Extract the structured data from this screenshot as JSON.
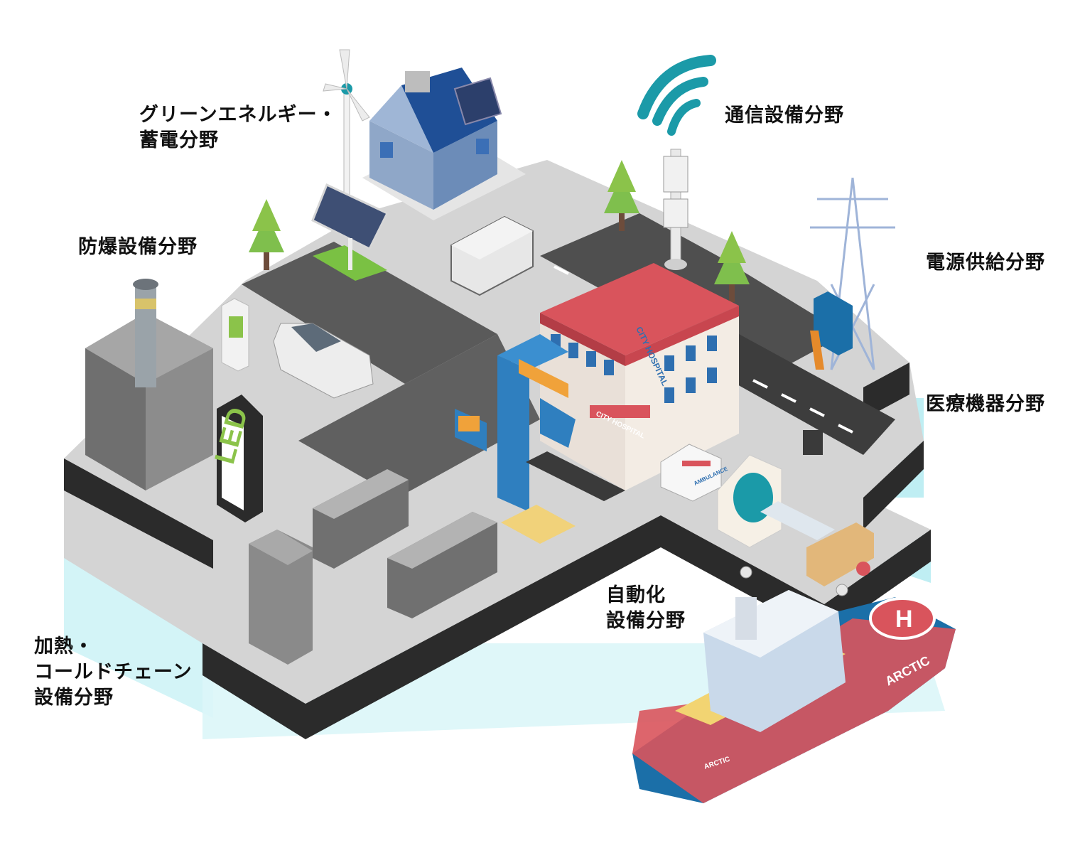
{
  "labels": {
    "green_energy": [
      "グリーンエネルギー・",
      "蓄電分野"
    ],
    "explosion_proof": [
      "防爆設備分野"
    ],
    "telecom": [
      "通信設備分野"
    ],
    "power_supply": [
      "電源供給分野"
    ],
    "medical": [
      "医療機器分野"
    ],
    "automation": [
      "自動化",
      "設備分野"
    ],
    "heating_cold_chain": [
      "加熱・",
      "コールドチェーン",
      "設備分野"
    ]
  },
  "signs": {
    "led": "LED",
    "hospital": "CITY HOSPITAL",
    "hospital_roof": "CITY HOSPITAL",
    "ambulance": "AMBULANCE",
    "ship_bow": "ARCTIC",
    "ship_hull": "ARCTIC",
    "helipad": "H"
  },
  "colors": {
    "ground_top": "#cfcfcf",
    "ground_edge": "#2b2b2b",
    "road": "#5a5a5a",
    "water": "#bfeef3",
    "accent_teal": "#1b9aa8",
    "roof_red": "#d9545c",
    "grass": "#8bc34a"
  }
}
